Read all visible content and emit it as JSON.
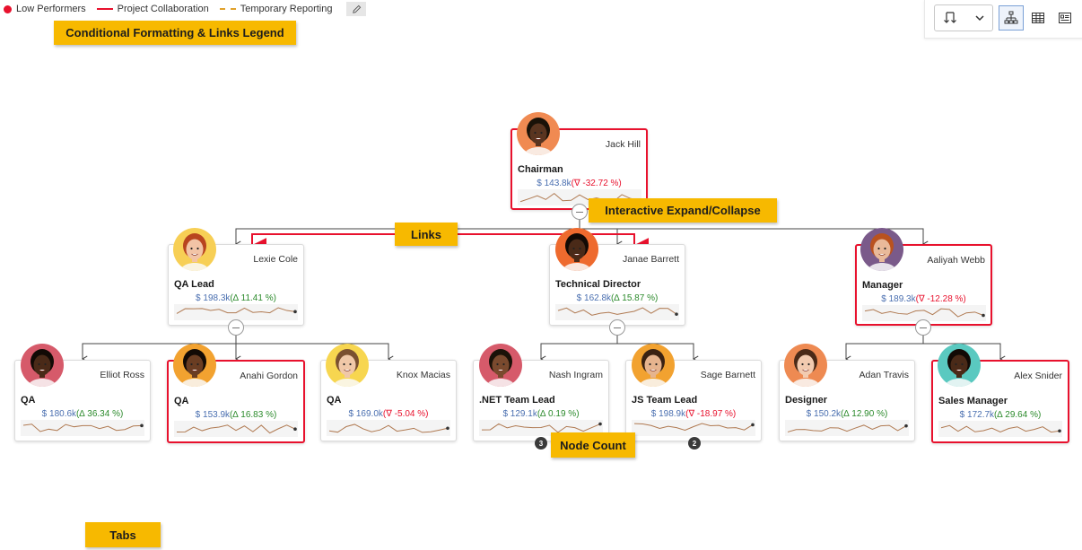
{
  "legend": {
    "items": [
      {
        "label": "Low Performers",
        "style": "dot",
        "color": "#e8112d"
      },
      {
        "label": "Project Collaboration",
        "style": "solid",
        "color": "#e8112d"
      },
      {
        "label": "Temporary Reporting",
        "style": "dashed",
        "color": "#e0a12a"
      }
    ]
  },
  "callouts": {
    "legend": "Conditional Formatting & Links Legend",
    "expand": "Interactive Expand/Collapse",
    "links": "Links",
    "node_count": "Node Count",
    "tabs": "Tabs"
  },
  "toolbar": {
    "buttons": [
      "sort-icon",
      "chevron-down-icon",
      "org-chart-icon",
      "table-icon",
      "card-view-icon"
    ],
    "active": "org-chart-icon"
  },
  "nodes": {
    "jack": {
      "name": "Jack Hill",
      "role": "Chairman",
      "value": "$ 143.8k",
      "delta": "(∇ -32.72 %)",
      "dir": "down",
      "low": true,
      "skin": "#5a3520",
      "bg": "#f08a52",
      "hair": "#1a1208"
    },
    "lexie": {
      "name": "Lexie Cole",
      "role": "QA Lead",
      "value": "$ 198.3k",
      "delta": "(∆ 11.41 %)",
      "dir": "up",
      "low": false,
      "skin": "#f2c4a6",
      "bg": "#f7cf55",
      "hair": "#b8441f"
    },
    "janae": {
      "name": "Janae Barrett",
      "role": "Technical Director",
      "value": "$ 162.8k",
      "delta": "(∆ 15.87 %)",
      "dir": "up",
      "low": false,
      "skin": "#4a2a18",
      "bg": "#ee6a2e",
      "hair": "#120a05"
    },
    "aaliyah": {
      "name": "Aaliyah Webb",
      "role": "Manager",
      "value": "$ 189.3k",
      "delta": "(∇ -12.28 %)",
      "dir": "down",
      "low": true,
      "skin": "#e9b99a",
      "bg": "#7a5a8a",
      "hair": "#b9521f"
    },
    "elliot": {
      "name": "Elliot Ross",
      "role": "QA",
      "value": "$ 180.6k",
      "delta": "(∆ 36.34 %)",
      "dir": "up",
      "low": false,
      "skin": "#4a2a18",
      "bg": "#d65a6a",
      "hair": "#120a05"
    },
    "anahi": {
      "name": "Anahi Gordon",
      "role": "QA",
      "value": "$ 153.9k",
      "delta": "(∆ 16.83 %)",
      "dir": "up",
      "low": true,
      "skin": "#6a3d22",
      "bg": "#f2a230",
      "hair": "#120a05"
    },
    "knox": {
      "name": "Knox Macias",
      "role": "QA",
      "value": "$ 169.0k",
      "delta": "(∇ -5.04 %)",
      "dir": "down",
      "low": false,
      "skin": "#f0c8a8",
      "bg": "#f7d650",
      "hair": "#7a5030"
    },
    "nash": {
      "name": "Nash Ingram",
      "role": ".NET Team Lead",
      "value": "$ 129.1k",
      "delta": "(∆ 0.19 %)",
      "dir": "up",
      "low": false,
      "skin": "#7a4a2e",
      "bg": "#d65a6a",
      "hair": "#1a1208"
    },
    "sage": {
      "name": "Sage Barnett",
      "role": "JS Team Lead",
      "value": "$ 198.9k",
      "delta": "(∇ -18.97 %)",
      "dir": "down",
      "low": false,
      "skin": "#e6b48e",
      "bg": "#f2a230",
      "hair": "#3a2212"
    },
    "adan": {
      "name": "Adan Travis",
      "role": "Designer",
      "value": "$ 150.2k",
      "delta": "(∆ 12.90 %)",
      "dir": "up",
      "low": false,
      "skin": "#f2cbb0",
      "bg": "#ee8a52",
      "hair": "#4a2a18"
    },
    "alex": {
      "name": "Alex Snider",
      "role": "Sales Manager",
      "value": "$ 172.7k",
      "delta": "(∆ 29.64 %)",
      "dir": "up",
      "low": true,
      "skin": "#4a2a18",
      "bg": "#5ac9c0",
      "hair": "#120a05"
    }
  },
  "node_counts": {
    "nash": "3",
    "sage": "2"
  }
}
